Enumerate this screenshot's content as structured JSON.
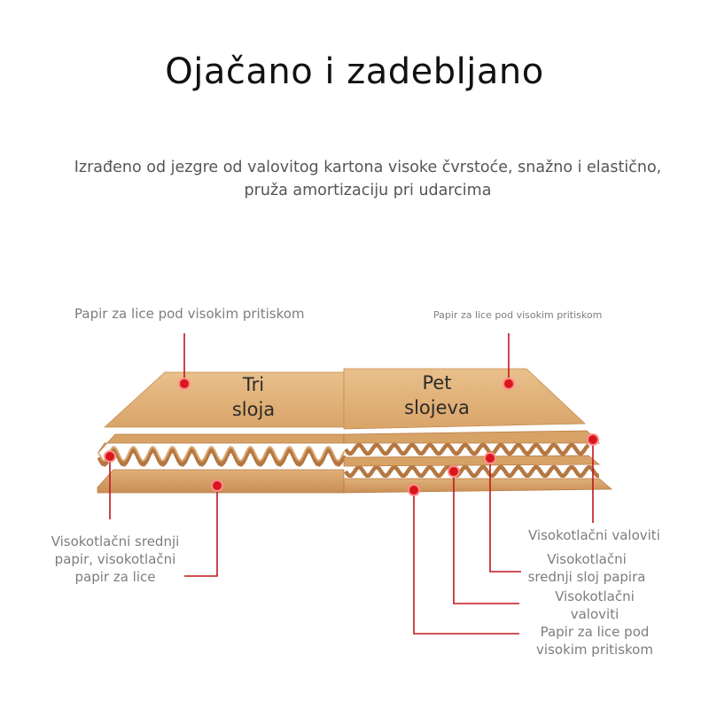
{
  "title": "Ojačano i zadebljano",
  "subtitle": {
    "line1": "Izrađeno od jezgre od valovitog kartona visoke čvrstoće, snažno i elastično,",
    "line2": "pruža amortizaciju pri udarcima"
  },
  "boards": {
    "three": {
      "line1": "Tri",
      "line2": "sloja"
    },
    "five": {
      "line1": "Pet",
      "line2": "slojeva"
    }
  },
  "labels": {
    "left_top": "Papir za lice pod visokim pritiskom",
    "right_top": "Papir za lice pod visokim pritiskom",
    "left_bottom": [
      "Visokotlačni srednji",
      "papir, visokotlačni",
      "papir za lice"
    ],
    "r1": "Visokotlačni valoviti",
    "r2": [
      "Visokotlačni",
      "srednji sloj papira"
    ],
    "r3": [
      "Visokotlačni",
      "valoviti"
    ],
    "r4": [
      "Papir za lice pod",
      "visokim pritiskom"
    ]
  },
  "colors": {
    "accent": "#d8161c",
    "board_light": "#e2b37a",
    "board_mid": "#d69e62",
    "board_dark": "#c0844a",
    "leader": "#c0161c"
  }
}
